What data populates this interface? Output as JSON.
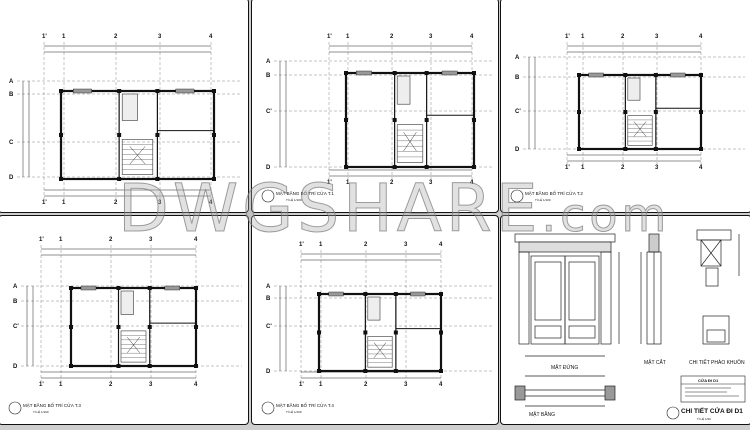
{
  "watermark": {
    "brand": "DWGSHARE",
    "suffix": ".com"
  },
  "axes": {
    "columns": [
      "1'",
      "1",
      "2",
      "3",
      "4"
    ],
    "rows": [
      "A",
      "B",
      "C",
      "D"
    ],
    "rows_alt": [
      "A",
      "B",
      "C'",
      "D"
    ]
  },
  "panels": [
    {
      "title": ""
    },
    {
      "title": "MẶT BẰNG BỐ TRÍ CỬA T.1",
      "scale": "TỈ LỆ 1/100"
    },
    {
      "title": "MẶT BẰNG BỐ TRÍ CỬA T.2",
      "scale": "TỈ LỆ 1/100"
    },
    {
      "title": "MẶT BẰNG BỐ TRÍ CỬA T.3",
      "scale": "TỈ LỆ 1/100"
    },
    {
      "title": "MẶT BẰNG BỐ TRÍ CỬA T.4",
      "scale": "TỈ LỆ 1/100"
    },
    {
      "title": "CHI TIẾT CỬA ĐI D1",
      "scale": "TỈ LỆ 1/20",
      "labels": {
        "elevation": "MẶT ĐỨNG",
        "section": "MẶT CẮT",
        "molding": "CHI TIẾT PHÀO KHUÔN",
        "plan": "MẶT BẰNG",
        "table_title": "CỬA ĐI D1"
      }
    }
  ]
}
